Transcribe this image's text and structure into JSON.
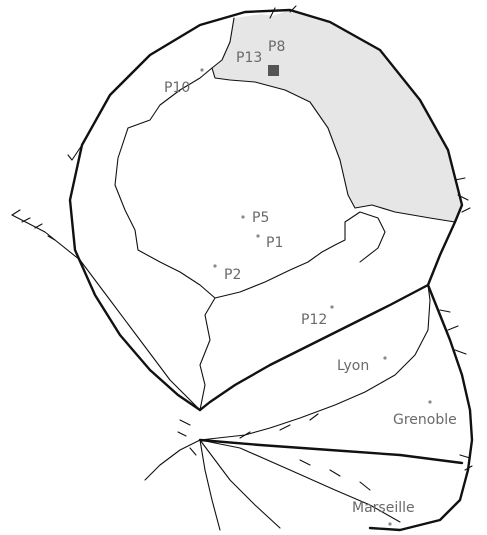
{
  "diagram": {
    "colors": {
      "highlight_region": "#e6e6e6",
      "edges": "#111111",
      "point_labels": "#6a6a6a",
      "marker": "#555555"
    },
    "labels": {
      "p8": "P8",
      "p13": "P13",
      "p10": "P10",
      "p5": "P5",
      "p1": "P1",
      "p2": "P2",
      "p12": "P12",
      "lyon": "Lyon",
      "grenoble": "Grenoble",
      "marseille": "Marseille"
    }
  }
}
